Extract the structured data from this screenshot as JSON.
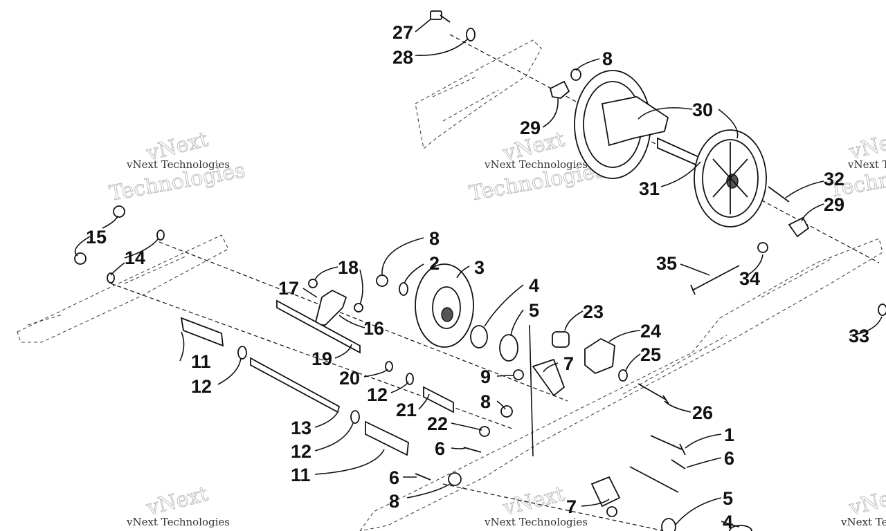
{
  "watermarks": [
    {
      "line1": "vNext",
      "line2": "vNext Technologies",
      "line3": "Technologies"
    }
  ],
  "callouts": [
    "27",
    "28",
    "8",
    "29",
    "30",
    "31",
    "32",
    "29",
    "35",
    "34",
    "33",
    "15",
    "14",
    "18",
    "17",
    "16",
    "8",
    "2",
    "3",
    "4",
    "5",
    "23",
    "24",
    "25",
    "7",
    "9",
    "11",
    "12",
    "19",
    "20",
    "12",
    "21",
    "8",
    "22",
    "6",
    "26",
    "1",
    "6",
    "13",
    "12",
    "11",
    "6",
    "8",
    "7",
    "5",
    "4"
  ]
}
